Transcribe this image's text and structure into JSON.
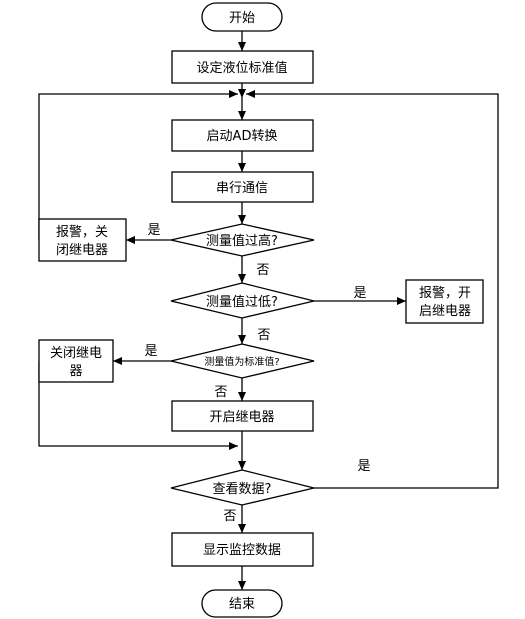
{
  "nodes": {
    "start": "开始",
    "set_level": "设定液位标准值",
    "start_ad": "启动AD转换",
    "serial": "串行通信",
    "check_high": "测量值过高?",
    "alarm_close_line1": "报警，关",
    "alarm_close_line2": "闭继电器",
    "check_low": "测量值过低?",
    "alarm_open_line1": "报警，开",
    "alarm_open_line2": "启继电器",
    "check_standard": "测量值为标准值?",
    "close_relay_line1": "关闭继电",
    "close_relay_line2": "器",
    "open_relay": "开启继电器",
    "view_data": "查看数据?",
    "show_monitor": "显示监控数据",
    "end": "结束"
  },
  "edges": {
    "high_yes": "是",
    "high_no": "否",
    "low_yes": "是",
    "low_no": "否",
    "standard_yes": "是",
    "standard_no": "否",
    "view_yes": "是",
    "view_no": "否"
  }
}
